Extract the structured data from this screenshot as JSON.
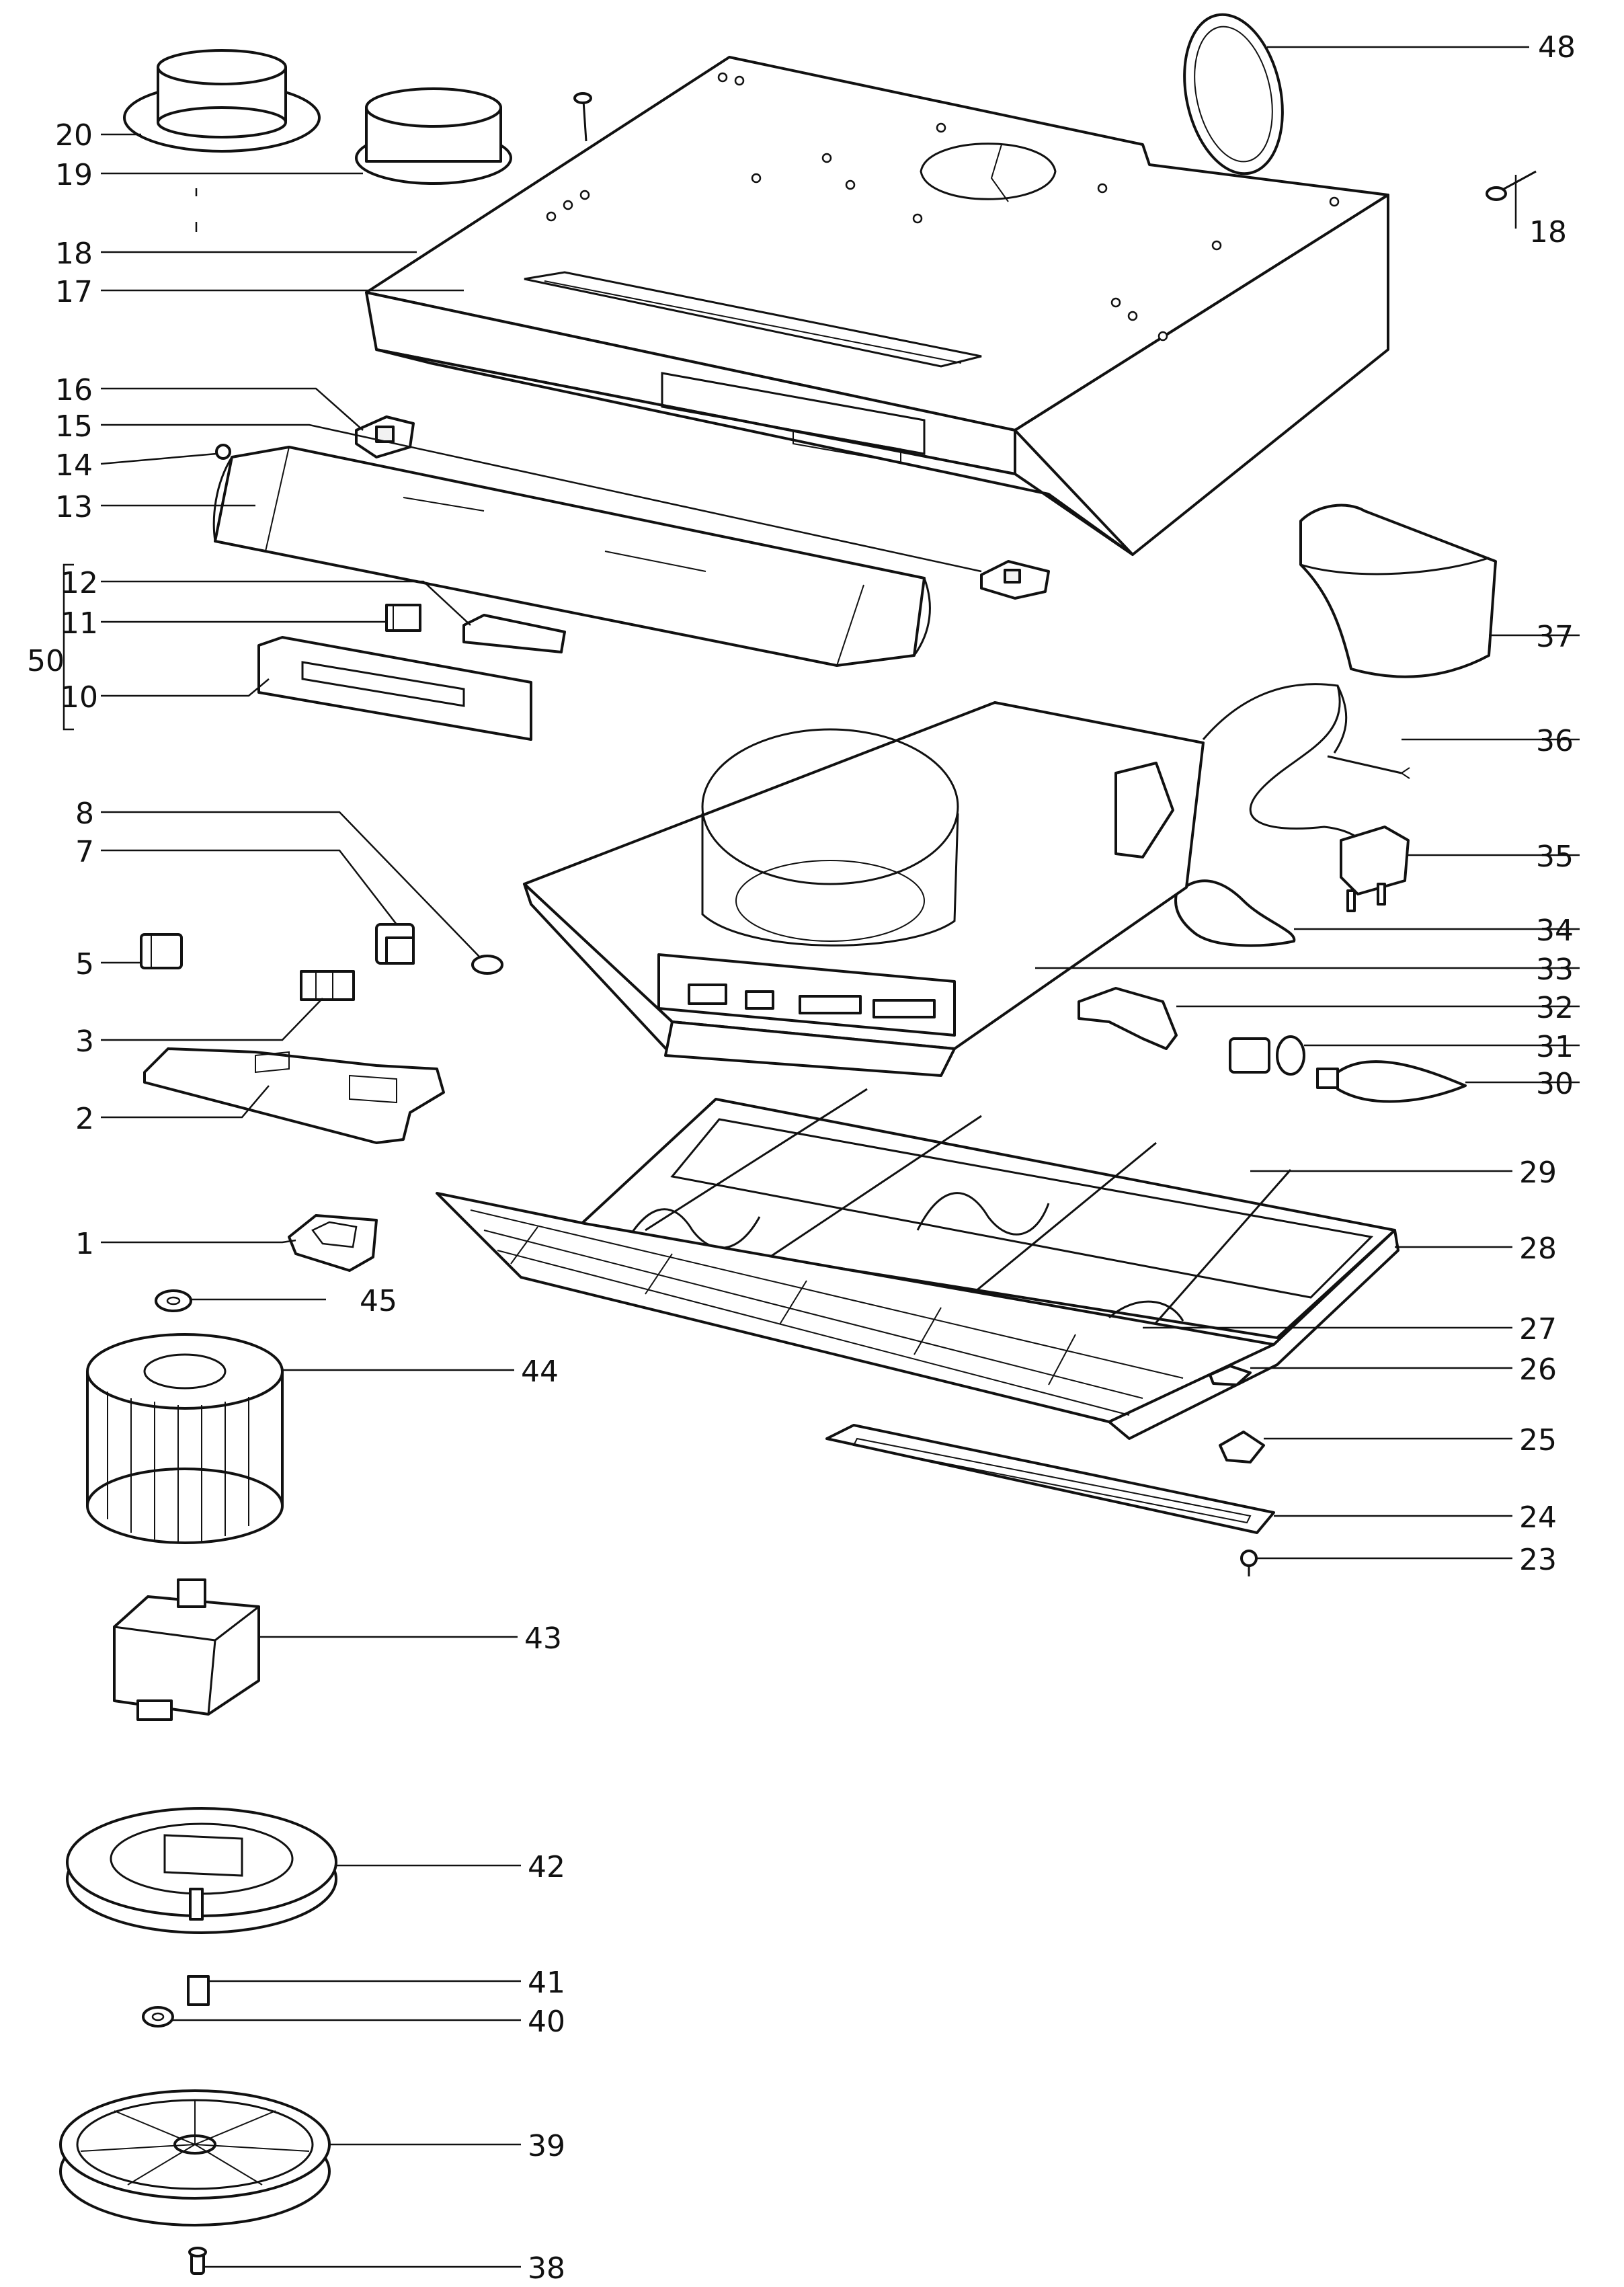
{
  "diagram": {
    "background": "#ffffff",
    "line_color": "#111111",
    "callouts": [
      "1",
      "2",
      "3",
      "5",
      "7",
      "8",
      "10",
      "11",
      "12",
      "13",
      "14",
      "15",
      "16",
      "17",
      "18",
      "18",
      "19",
      "20",
      "23",
      "24",
      "25",
      "26",
      "27",
      "28",
      "29",
      "30",
      "31",
      "32",
      "33",
      "34",
      "35",
      "36",
      "37",
      "38",
      "39",
      "40",
      "41",
      "42",
      "43",
      "44",
      "45",
      "48",
      "50"
    ]
  }
}
